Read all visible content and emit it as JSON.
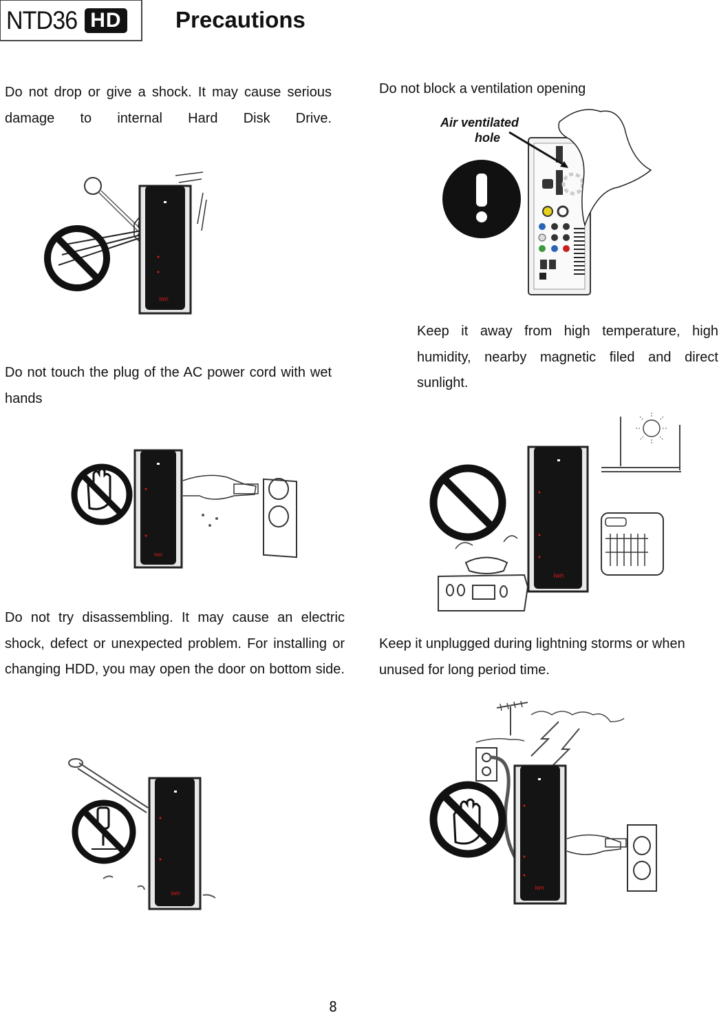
{
  "header": {
    "logo_text": "NTD36",
    "logo_badge": "HD",
    "title": "Precautions"
  },
  "sections": [
    {
      "id": "shock",
      "text": "Do not drop or give a shock. It may cause serious damage to internal Hard Disk Drive.",
      "illustration": "prohibition-sign-ball-hitting-device-icon"
    },
    {
      "id": "wet-hands",
      "text": "Do not touch the plug of the AC power cord with wet hands",
      "illustration": "prohibition-sign-wet-hand-plug-icon"
    },
    {
      "id": "disassembly",
      "text": "Do not try disassembling. It may cause an electric shock, defect or unexpected problem. For installing or changing HDD, you may open the door on bottom side.",
      "illustration": "prohibition-sign-screwdriver-icon"
    },
    {
      "id": "ventilation",
      "text": "Do not block a ventilation opening",
      "illustration": "warning-exclamation-ventilation-icon",
      "callout": "Air ventilated hole"
    },
    {
      "id": "environment",
      "text": "Keep it away from high temperature, high humidity, nearby magnetic filed and direct sunlight.",
      "illustration": "prohibition-sign-heat-sun-icon"
    },
    {
      "id": "lightning",
      "text": "Keep it unplugged during lightning storms or when unused for long period time.",
      "illustration": "prohibition-sign-lightning-unplug-icon"
    }
  ],
  "footer": {
    "page_number": "8"
  },
  "colors": {
    "text": "#111111",
    "device_body": "#141414",
    "device_led": "#d11a1a",
    "outlet_ground": "#ffffff"
  }
}
